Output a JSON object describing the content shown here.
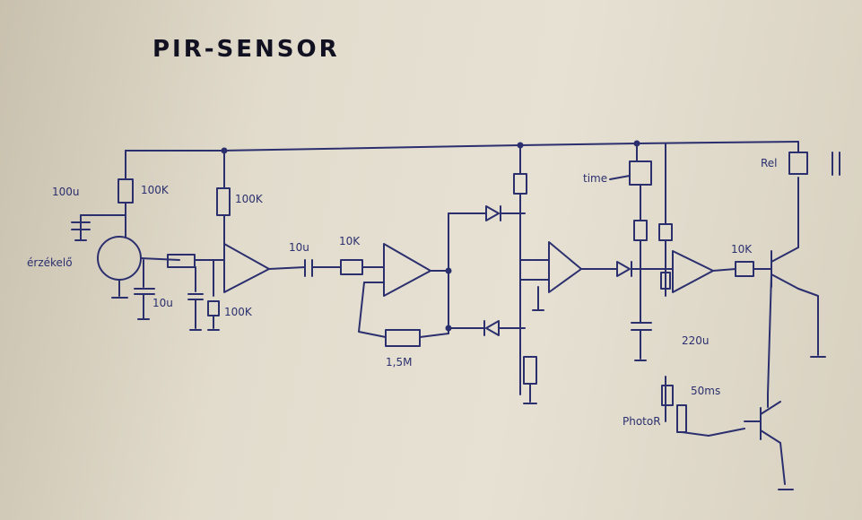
{
  "title": "PIR-SENSOR",
  "labels": {
    "cap_input": "100u",
    "sensor": "érzékelő",
    "cap_sensor": "10u",
    "r1": "100K",
    "r2": "100K",
    "r3": "100K",
    "cap_coupling": "10u",
    "r_amp": "10K",
    "r_feedback": "1,5M",
    "time": "time",
    "cap_timer": "220u",
    "r_driver": "10K",
    "relay": "Rel",
    "pot": "50ms",
    "photo": "PhotoR"
  },
  "colors": {
    "ink": "#2b2f6e",
    "paper": "#e2dccd",
    "title": "#111122"
  }
}
